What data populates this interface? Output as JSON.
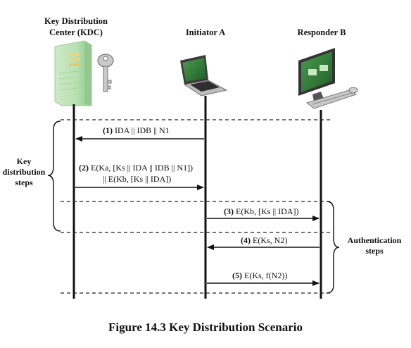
{
  "headers": {
    "kdc_line1": "Key Distribution",
    "kdc_line2": "Center (KDC)",
    "initiator": "Initiator A",
    "responder": "Responder B"
  },
  "side_labels": {
    "key_dist_1": "Key",
    "key_dist_2": "distribution",
    "key_dist_3": "steps",
    "auth_1": "Authentication",
    "auth_2": "steps"
  },
  "messages": [
    {
      "num": "(1)",
      "text": "IDA || IDB || N1"
    },
    {
      "num": "(2)",
      "text": "E(Ka, [Ks || IDA || IDB || N1])",
      "text2": "|| E(Kb, [Ks || IDA])"
    },
    {
      "num": "(3)",
      "text": "E(Kb, [Ks || IDA])"
    },
    {
      "num": "(4)",
      "text": "E(Ks, N2)"
    },
    {
      "num": "(5)",
      "text": "E(Ks, f(N2))"
    }
  ],
  "caption": "Figure 14.3  Key Distribution Scenario",
  "icons": [
    "server-icon",
    "key-icon",
    "laptop-icon",
    "desktop-computer-icon"
  ]
}
